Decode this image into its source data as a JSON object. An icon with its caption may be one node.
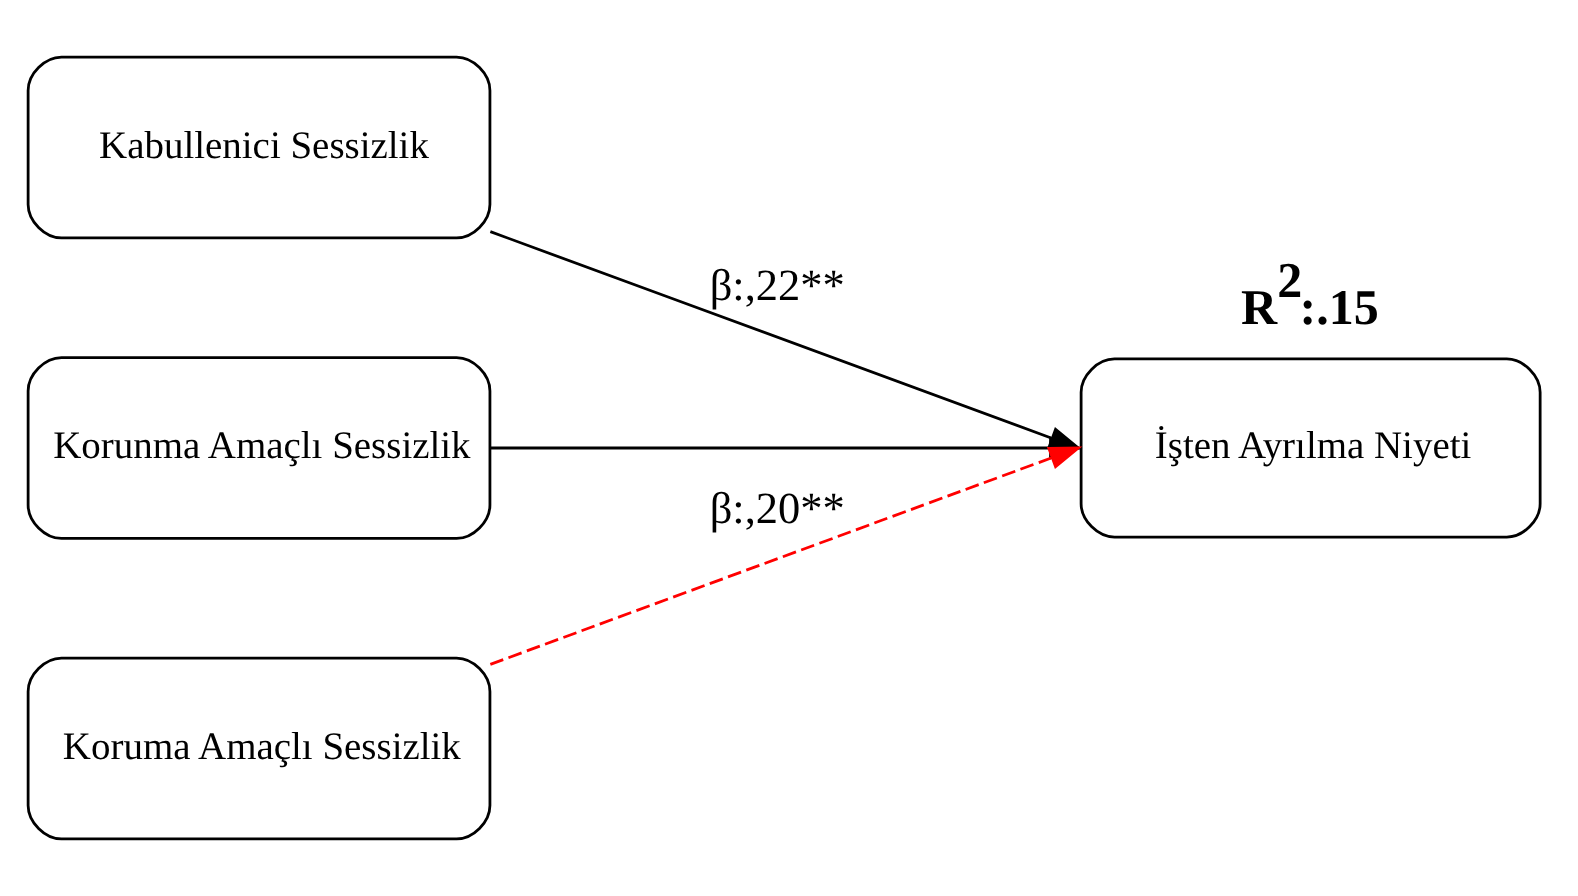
{
  "diagram": {
    "nodes": [
      {
        "text": [
          "Kabullenici Sessizlik"
        ]
      },
      {
        "text": [
          "Korunma Amaçlı Sessizlik"
        ]
      },
      {
        "text": [
          "Koruma Amaçlı Sessizlik"
        ]
      },
      {
        "text": [
          "İşten Ayrılma Niyeti"
        ],
        "beside": [
          "R$^{2}$:.15"
        ]
      }
    ],
    "edges": [
      {
        "from": 0,
        "to": 3,
        "arrow": "to",
        "label": "β:,22**"
      },
      {
        "from": 1,
        "to": 3,
        "arrow": "to"
      },
      {
        "from": 2,
        "to": 3,
        "arrow": "to",
        "label": "β:,20**",
        "style": "dashed",
        "color": "#ff0000"
      }
    ]
  }
}
